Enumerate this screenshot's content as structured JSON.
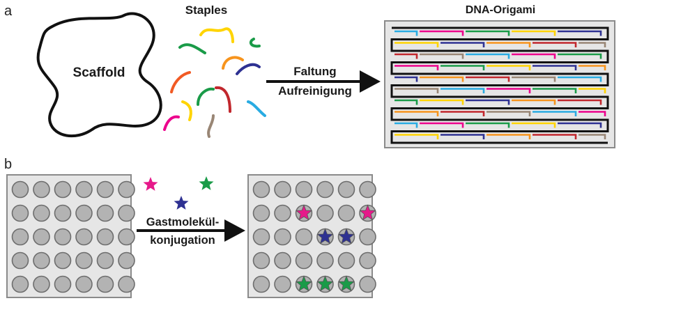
{
  "panel_a": {
    "letter": "a",
    "scaffold_label": "Scaffold",
    "staples_label": "Staples",
    "arrow_label_line1": "Faltung",
    "arrow_label_line2": "Aufreinigung",
    "origami_label": "DNA-Origami",
    "staple_colors": [
      "#ffd400",
      "#1a9b48",
      "#f7941d",
      "#2e3192",
      "#f15a24",
      "#1a9b48",
      "#c1272d",
      "#29abe2",
      "#ec008c",
      "#ffd400",
      "#998675",
      "#1a9b48"
    ]
  },
  "panel_b": {
    "letter": "b",
    "arrow_label_line1": "Gastmolekül-",
    "arrow_label_line2": "konjugation",
    "grid_rows": 5,
    "grid_cols": 6,
    "star_colors": {
      "magenta": "#e6198a",
      "navy": "#2e3192",
      "green": "#1a9b48"
    },
    "result_stars": [
      {
        "row": 1,
        "col": 2,
        "color": "magenta"
      },
      {
        "row": 1,
        "col": 5,
        "color": "magenta"
      },
      {
        "row": 2,
        "col": 3,
        "color": "navy"
      },
      {
        "row": 2,
        "col": 4,
        "color": "navy"
      },
      {
        "row": 4,
        "col": 2,
        "color": "green"
      },
      {
        "row": 4,
        "col": 3,
        "color": "green"
      },
      {
        "row": 4,
        "col": 4,
        "color": "green"
      }
    ]
  }
}
